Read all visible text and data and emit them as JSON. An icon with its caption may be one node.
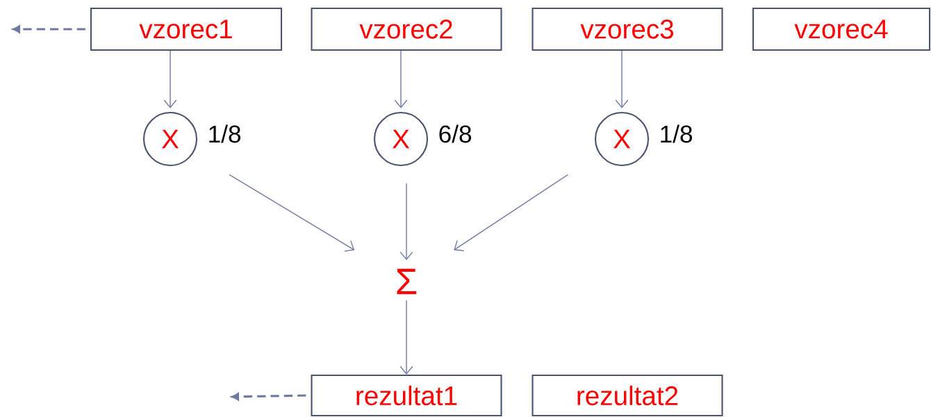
{
  "diagram": {
    "nodes": [
      {
        "text": [
          "vzorec1"
        ]
      },
      {
        "text": [
          "vzorec2"
        ]
      },
      {
        "text": [
          "vzorec3"
        ]
      },
      {
        "text": [
          "vzorec4"
        ]
      },
      {
        "text": [
          "X"
        ],
        "beside": [
          "1/8"
        ]
      },
      {
        "text": [
          "X"
        ],
        "beside": [
          "6/8"
        ]
      },
      {
        "text": [
          "X"
        ],
        "beside": [
          "1/8"
        ]
      },
      {
        "text": [
          "Σ"
        ]
      },
      {
        "text": [
          "rezultat1"
        ]
      },
      {
        "text": [
          "rezultat2"
        ]
      }
    ],
    "edges": [
      {
        "from": 0,
        "to": null,
        "arrow": "to",
        "style": "dashed"
      },
      {
        "from": 0,
        "to": 4,
        "arrow": "to"
      },
      {
        "from": 1,
        "to": 5,
        "arrow": "to"
      },
      {
        "from": 2,
        "to": 6,
        "arrow": "to"
      },
      {
        "from": 4,
        "to": 7,
        "arrow": "to"
      },
      {
        "from": 5,
        "to": 7,
        "arrow": "to"
      },
      {
        "from": 6,
        "to": 7,
        "arrow": "to"
      },
      {
        "from": 7,
        "to": 8,
        "arrow": "to"
      },
      {
        "from": 8,
        "to": null,
        "arrow": "to",
        "style": "dashed"
      }
    ]
  }
}
